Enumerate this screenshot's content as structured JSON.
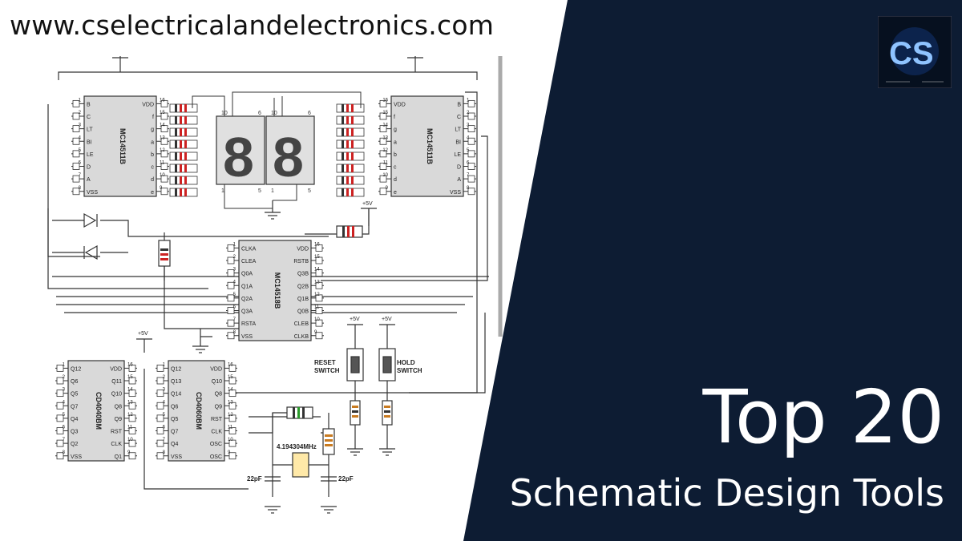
{
  "site": {
    "url": "www.cselectricalandelectronics.com"
  },
  "headline": {
    "line1": "Top 20",
    "line2": "Schematic Design Tools"
  },
  "colors": {
    "navy": "#0d1c33",
    "white": "#ffffff",
    "text": "#111111",
    "wire": "#333333",
    "chip": "#d9d9d9"
  },
  "logo": {
    "icon": "cs-logo-icon",
    "letters": "CS"
  },
  "schematic": {
    "chips": {
      "left_decoder": "MC14511B",
      "right_decoder": "MC14511B",
      "counter": "MC14518B",
      "left_divider": "CD4040BM",
      "right_divider": "CD4060BM"
    },
    "decoder_left_pins": [
      "B",
      "C",
      "LT",
      "BI",
      "LE",
      "D",
      "A",
      "VSS"
    ],
    "decoder_right_pins": [
      "VDD",
      "f",
      "g",
      "a",
      "b",
      "c",
      "d",
      "e"
    ],
    "decoder_right_chip_left_pins": [
      "VDD",
      "f",
      "g",
      "a",
      "b",
      "c",
      "d",
      "e"
    ],
    "decoder_right_chip_right_pins": [
      "B",
      "C",
      "LT",
      "BI",
      "LE",
      "D",
      "A",
      "VSS"
    ],
    "counter_left_pins": [
      "CLKA",
      "CLEA",
      "Q0A",
      "Q1A",
      "Q2A",
      "Q3A",
      "RSTA",
      "VSS"
    ],
    "counter_right_pins": [
      "VDD",
      "RSTB",
      "Q3B",
      "Q2B",
      "Q1B",
      "Q0B",
      "CLEB",
      "CLKB"
    ],
    "cd4040_left_pins": [
      "Q12",
      "Q6",
      "Q5",
      "Q7",
      "Q4",
      "Q3",
      "Q2",
      "VSS"
    ],
    "cd4040_right_pins": [
      "VDD",
      "Q11",
      "Q10",
      "Q8",
      "Q9",
      "RST",
      "CLK",
      "Q1"
    ],
    "cd4060_left_pins": [
      "Q12",
      "Q13",
      "Q14",
      "Q6",
      "Q5",
      "Q7",
      "Q4",
      "VSS"
    ],
    "cd4060_right_pins": [
      "VDD",
      "Q10",
      "Q8",
      "Q9",
      "RST",
      "CLK",
      "OSC",
      "OSC"
    ],
    "left_pin_numbers": [
      "1",
      "2",
      "3",
      "4",
      "5",
      "6",
      "7",
      "8"
    ],
    "right_pin_numbers": [
      "16",
      "15",
      "14",
      "13",
      "12",
      "11",
      "10",
      "9"
    ],
    "labels": {
      "plus5v": "+5V",
      "reset_switch_1": "RESET",
      "reset_switch_2": "SWITCH",
      "hold_switch_1": "HOLD",
      "hold_switch_2": "SWITCH",
      "crystal": "4.194304MHz",
      "cap_left": "22pF",
      "cap_right": "22pF"
    }
  }
}
